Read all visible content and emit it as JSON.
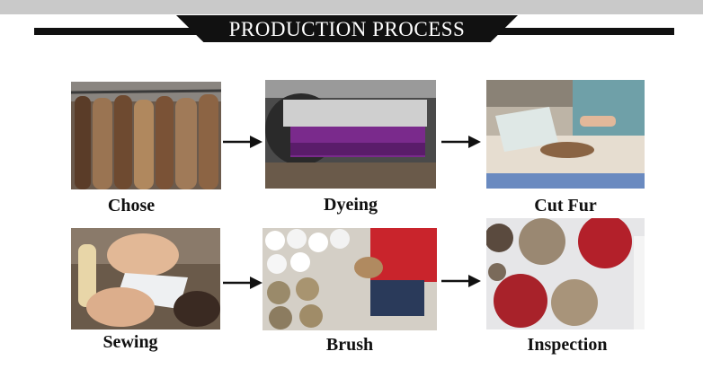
{
  "header": {
    "title": "PRODUCTION PROCESS"
  },
  "steps": [
    {
      "label": "Chose"
    },
    {
      "label": "Dyeing"
    },
    {
      "label": "Cut Fur"
    },
    {
      "label": "Sewing"
    },
    {
      "label": "Brush"
    },
    {
      "label": "Inspection"
    }
  ],
  "colors": {
    "banner": "#111111",
    "accent_fur_red": "#b3202a",
    "dye_purple": "#7a2a8c"
  },
  "icons": [
    "arrow-right-icon"
  ]
}
